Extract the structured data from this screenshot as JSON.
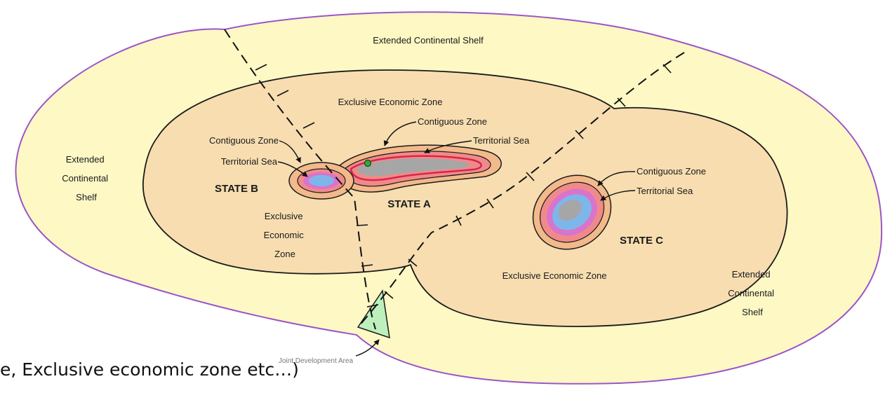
{
  "labels": {
    "ecs_top": "Extended Continental Shelf",
    "ecs_left": [
      "Extended",
      "Continental",
      "Shelf"
    ],
    "ecs_right": [
      "Extended",
      "Continental",
      "Shelf"
    ],
    "eez_top": "Exclusive Economic Zone",
    "eez_b": [
      "Exclusive",
      "Economic",
      "Zone"
    ],
    "eez_c": "Exclusive Economic Zone",
    "cz_a": "Contiguous Zone",
    "ts_a": "Territorial Sea",
    "cz_b": "Contiguous Zone",
    "ts_b": "Territorial Sea",
    "cz_c": "Contiguous Zone",
    "ts_c": "Territorial Sea",
    "state_a": "STATE A",
    "state_b": "STATE B",
    "state_c": "STATE C",
    "jda": "Joint Development Area"
  },
  "caption": "e, Exclusive economic zone etc…)",
  "colors": {
    "outer_fill": "#fdf8c4",
    "outer_stroke": "#9b55c9",
    "eez_fill": "#f7ddb0",
    "contiguous_fill": "#f2b98a",
    "territorial_fill": "#f08a8a",
    "baseline_fill": "#d874cc",
    "land": "#a6a6a6",
    "water": "#7fb6ea",
    "jda_fill": "#bdf0bd"
  }
}
